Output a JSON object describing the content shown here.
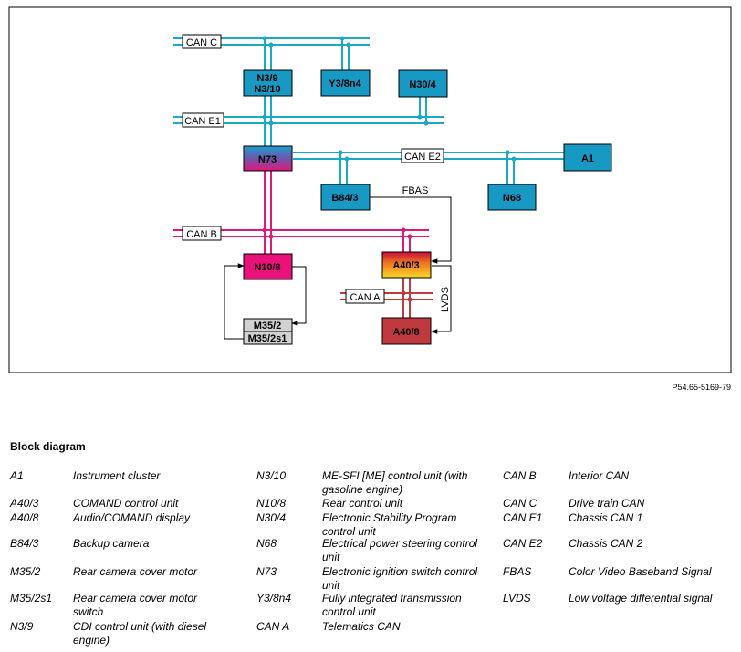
{
  "diagram": {
    "buses": {
      "can_c": "CAN C",
      "can_e1": "CAN E1",
      "can_e2": "CAN E2",
      "can_b": "CAN B",
      "can_a": "CAN A",
      "fbas": "FBAS",
      "lvds": "LVDS"
    },
    "modules": {
      "n3_9_line1": "N3/9",
      "n3_9_line2": "N3/10",
      "y3_8n4": "Y3/8n4",
      "n30_4": "N30/4",
      "n73": "N73",
      "a1": "A1",
      "b84_3": "B84/3",
      "n68": "N68",
      "n10_8": "N10/8",
      "a40_3": "A40/3",
      "a40_8": "A40/8",
      "m35_2": "M35/2",
      "m35_2s1": "M35/2s1"
    },
    "reference": "P54.65-5169-79"
  },
  "legend": {
    "title": "Block diagram",
    "col1": [
      {
        "code": "A1",
        "desc": "Instrument cluster"
      },
      {
        "code": "A40/3",
        "desc": "COMAND control unit"
      },
      {
        "code": "A40/8",
        "desc": "Audio/COMAND display"
      },
      {
        "code": "B84/3",
        "desc": "Backup camera"
      },
      {
        "code": "M35/2",
        "desc": "Rear camera cover motor"
      },
      {
        "code": "M35/2s1",
        "desc": "Rear camera cover motor switch"
      },
      {
        "code": "N3/9",
        "desc": "CDI control unit (with diesel engine)"
      }
    ],
    "col2": [
      {
        "code": "N3/10",
        "desc": "ME-SFI [ME] control unit (with gasoline engine)"
      },
      {
        "code": "N10/8",
        "desc": "Rear control unit"
      },
      {
        "code": "N30/4",
        "desc": "Electronic Stability Program control unit"
      },
      {
        "code": "N68",
        "desc": "Electrical power steering control unit"
      },
      {
        "code": "N73",
        "desc": "Electronic ignition switch control unit"
      },
      {
        "code": "Y3/8n4",
        "desc": "Fully integrated transmission control unit"
      },
      {
        "code": "CAN A",
        "desc": "Telematics CAN"
      }
    ],
    "col3": [
      {
        "code": "CAN B",
        "desc": "Interior CAN"
      },
      {
        "code": "CAN C",
        "desc": "Drive train CAN"
      },
      {
        "code": "CAN E1",
        "desc": "Chassis CAN 1"
      },
      {
        "code": "CAN E2",
        "desc": "Chassis CAN 2"
      },
      {
        "code": "FBAS",
        "desc": "Color Video Baseband Signal"
      },
      {
        "code": "LVDS",
        "desc": "Low voltage differential signal"
      }
    ]
  }
}
